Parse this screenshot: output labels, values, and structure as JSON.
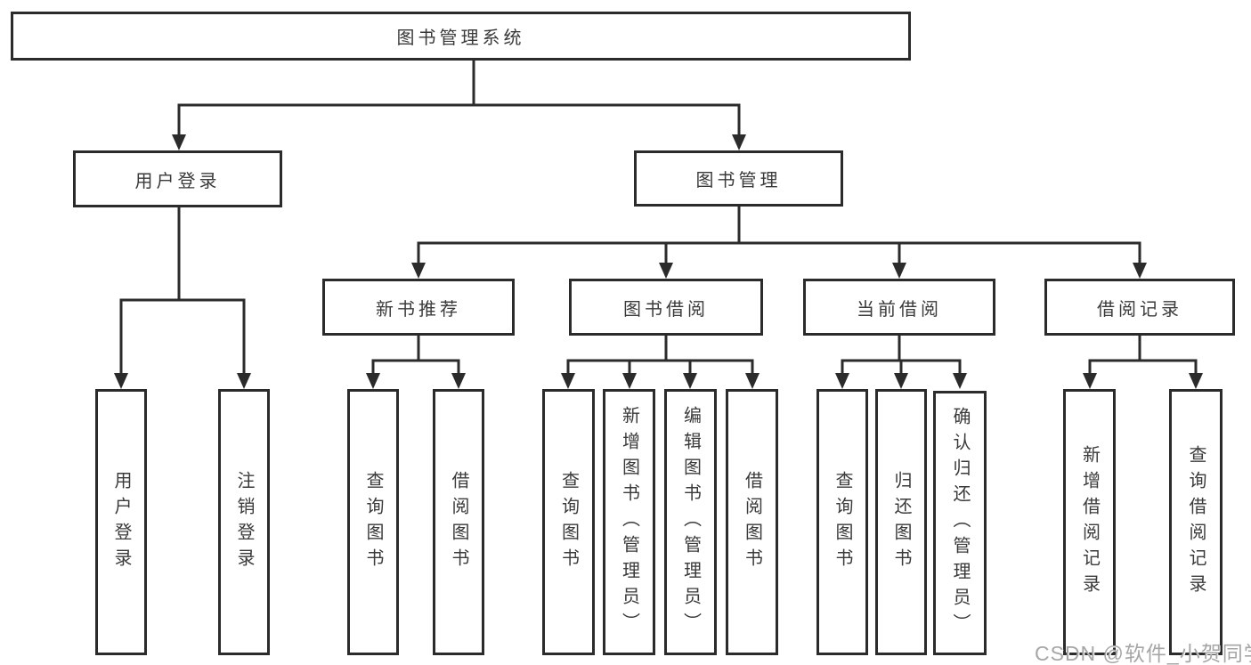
{
  "diagram": {
    "type": "hierarchy-tree",
    "title": "图书管理系统",
    "colors": {
      "line": "#2b2b2b",
      "box_border": "#2b2b2b",
      "box_background": "#ffffff",
      "text": "#3a3a3a",
      "watermark": "#a6a6a6"
    },
    "tree": {
      "label": "图书管理系统",
      "children": [
        {
          "label": "用户登录",
          "children": [
            {
              "label": "用户登录"
            },
            {
              "label": "注销登录"
            }
          ]
        },
        {
          "label": "图书管理",
          "children": [
            {
              "label": "新书推荐",
              "children": [
                {
                  "label": "查询图书"
                },
                {
                  "label": "借阅图书"
                }
              ]
            },
            {
              "label": "图书借阅",
              "children": [
                {
                  "label": "查询图书"
                },
                {
                  "label": "新增图书（管理员）"
                },
                {
                  "label": "编辑图书（管理员）"
                },
                {
                  "label": "借阅图书"
                }
              ]
            },
            {
              "label": "当前借阅",
              "children": [
                {
                  "label": "查询图书"
                },
                {
                  "label": "归还图书"
                },
                {
                  "label": "确认归还（管理员）"
                }
              ]
            },
            {
              "label": "借阅记录",
              "children": [
                {
                  "label": "新增借阅记录"
                },
                {
                  "label": "查询借阅记录"
                }
              ]
            }
          ]
        }
      ]
    },
    "watermark": {
      "text": "CSDN @软件_小贺同学"
    }
  }
}
